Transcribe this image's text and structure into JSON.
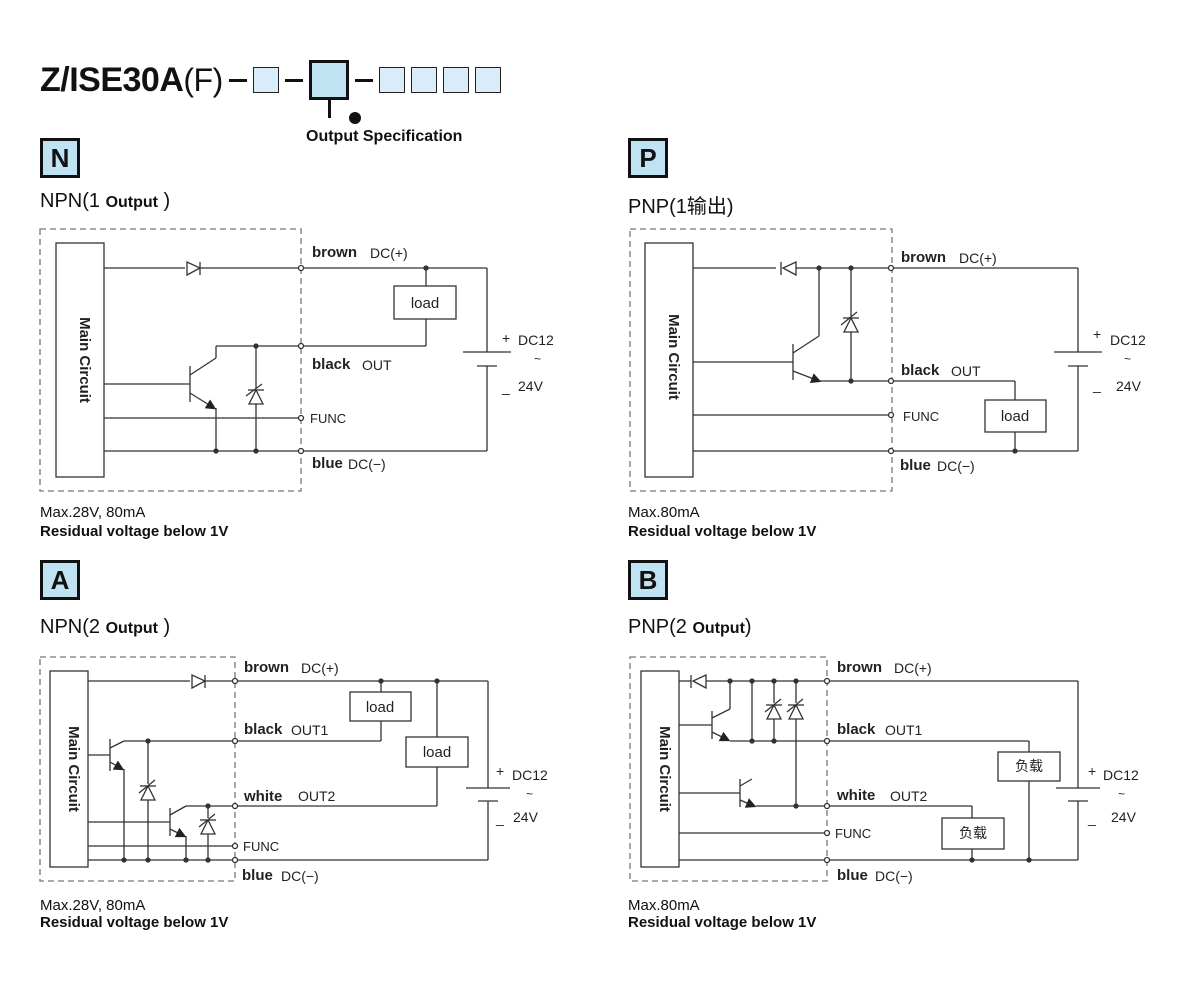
{
  "header": {
    "model_prefix": "Z/ISE30A",
    "model_option": "(F)",
    "spec_label": "Output Specification"
  },
  "sections": {
    "n": {
      "badge": "N",
      "type": "NPN",
      "open": "(1 ",
      "output_word": "Output",
      "close": " )",
      "note_line1": "Max.28V, 80mA",
      "note_line2": "Residual voltage below 1V"
    },
    "p": {
      "badge": "P",
      "title_full": "PNP(1输出)",
      "note_line1": "Max.80mA",
      "note_line2": "Residual voltage below 1V"
    },
    "a": {
      "badge": "A",
      "type": "NPN",
      "open": "(2 ",
      "output_word": "Output",
      "close": " )",
      "note_line1": "Max.28V, 80mA",
      "note_line2": "Residual voltage below 1V"
    },
    "b": {
      "badge": "B",
      "type": "PNP",
      "open": "(2 ",
      "output_word": "Output",
      "close": ")",
      "note_line1": "Max.80mA",
      "note_line2": "Residual voltage below 1V"
    }
  },
  "labels": {
    "main_circuit": "Main Circuit",
    "brown": "brown",
    "dc_plus": "DC(+)",
    "black": "black",
    "out": "OUT",
    "out1": "OUT1",
    "white": "white",
    "out2": "OUT2",
    "func": "FUNC",
    "blue": "blue",
    "dc_minus": "DC(−)",
    "load": "load",
    "load_cn": "负载",
    "plus": "+",
    "minus": "_",
    "dc12": "DC12",
    "tilde": "~",
    "v24": "24V"
  }
}
